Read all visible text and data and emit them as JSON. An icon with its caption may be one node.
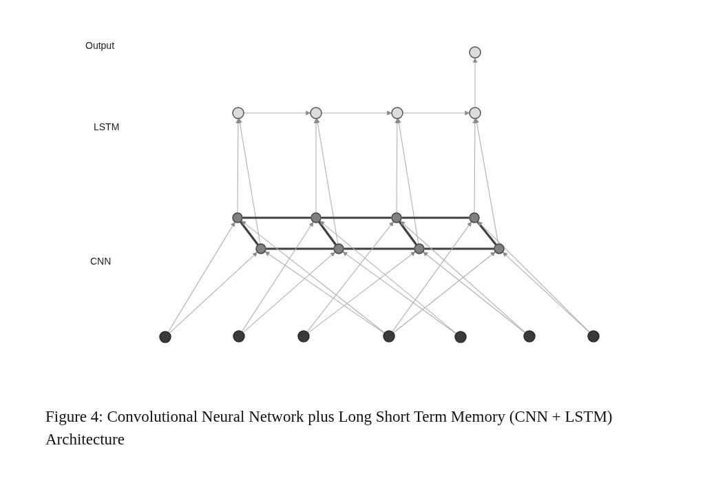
{
  "diagram": {
    "caption": "Figure 4: Convolutional Neural Network plus Long Short Term Memory (CNN + LSTM) Architecture",
    "nodes": [
      {
        "text": [],
        "shape": "circle"
      },
      {
        "text": [],
        "shape": "circle"
      },
      {
        "text": [],
        "shape": "circle"
      },
      {
        "text": [],
        "shape": "circle"
      },
      {
        "text": [],
        "shape": "circle"
      },
      {
        "text": [],
        "shape": "circle"
      },
      {
        "text": [],
        "shape": "circle"
      },
      {
        "text": [],
        "shape": "circle"
      },
      {
        "text": [],
        "shape": "circle"
      },
      {
        "text": [],
        "shape": "circle"
      },
      {
        "text": [],
        "shape": "circle"
      },
      {
        "text": [],
        "shape": "circle"
      },
      {
        "text": [],
        "shape": "circle"
      },
      {
        "text": [],
        "shape": "circle"
      },
      {
        "text": [],
        "shape": "circle"
      },
      {
        "text": [],
        "shape": "circle"
      },
      {
        "text": [],
        "shape": "circle"
      },
      {
        "text": [],
        "shape": "circle"
      },
      {
        "text": [],
        "shape": "circle"
      },
      {
        "text": [],
        "shape": "circle"
      }
    ],
    "edges": [
      {
        "from": 1,
        "to": 2,
        "arrow": "to"
      },
      {
        "from": 2,
        "to": 3,
        "arrow": "to"
      },
      {
        "from": 3,
        "to": 4,
        "arrow": "to"
      },
      {
        "from": 4,
        "to": 0,
        "arrow": "to"
      },
      {
        "from": 5,
        "to": 1,
        "arrow": "to"
      },
      {
        "from": 9,
        "to": 1,
        "arrow": "to"
      },
      {
        "from": 6,
        "to": 2,
        "arrow": "to"
      },
      {
        "from": 10,
        "to": 2,
        "arrow": "to"
      },
      {
        "from": 7,
        "to": 3,
        "arrow": "to"
      },
      {
        "from": 11,
        "to": 3,
        "arrow": "to"
      },
      {
        "from": 8,
        "to": 4,
        "arrow": "to"
      },
      {
        "from": 12,
        "to": 4,
        "arrow": "to"
      },
      {
        "from": 5,
        "to": 6,
        "arrow": "none",
        "style": "thick",
        "color": "#404040"
      },
      {
        "from": 6,
        "to": 7,
        "arrow": "none",
        "style": "thick",
        "color": "#404040"
      },
      {
        "from": 7,
        "to": 8,
        "arrow": "none",
        "style": "thick",
        "color": "#404040"
      },
      {
        "from": 9,
        "to": 10,
        "arrow": "none",
        "style": "thick",
        "color": "#404040"
      },
      {
        "from": 10,
        "to": 11,
        "arrow": "none",
        "style": "thick",
        "color": "#404040"
      },
      {
        "from": 11,
        "to": 12,
        "arrow": "none",
        "style": "thick",
        "color": "#404040"
      },
      {
        "from": 5,
        "to": 9,
        "arrow": "none",
        "style": "thick",
        "color": "#404040"
      },
      {
        "from": 6,
        "to": 10,
        "arrow": "none",
        "style": "thick",
        "color": "#404040"
      },
      {
        "from": 7,
        "to": 11,
        "arrow": "none",
        "style": "thick",
        "color": "#404040"
      },
      {
        "from": 8,
        "to": 12,
        "arrow": "none",
        "style": "thick",
        "color": "#404040"
      },
      {
        "from": 13,
        "to": 5,
        "arrow": "to"
      },
      {
        "from": 13,
        "to": 9,
        "arrow": "to"
      },
      {
        "from": 14,
        "to": 6,
        "arrow": "to"
      },
      {
        "from": 14,
        "to": 10,
        "arrow": "to"
      },
      {
        "from": 15,
        "to": 7,
        "arrow": "to"
      },
      {
        "from": 15,
        "to": 11,
        "arrow": "to"
      },
      {
        "from": 16,
        "to": 8,
        "arrow": "to"
      },
      {
        "from": 16,
        "to": 12,
        "arrow": "to"
      },
      {
        "from": 16,
        "to": 5,
        "arrow": "to"
      },
      {
        "from": 16,
        "to": 9,
        "arrow": "to"
      },
      {
        "from": 17,
        "to": 6,
        "arrow": "to"
      },
      {
        "from": 17,
        "to": 10,
        "arrow": "to"
      },
      {
        "from": 18,
        "to": 7,
        "arrow": "to"
      },
      {
        "from": 18,
        "to": 11,
        "arrow": "to"
      },
      {
        "from": 19,
        "to": 8,
        "arrow": "to"
      },
      {
        "from": 19,
        "to": 12,
        "arrow": "to"
      }
    ],
    "labels": [
      "Output",
      "LSTM",
      "CNN"
    ]
  }
}
